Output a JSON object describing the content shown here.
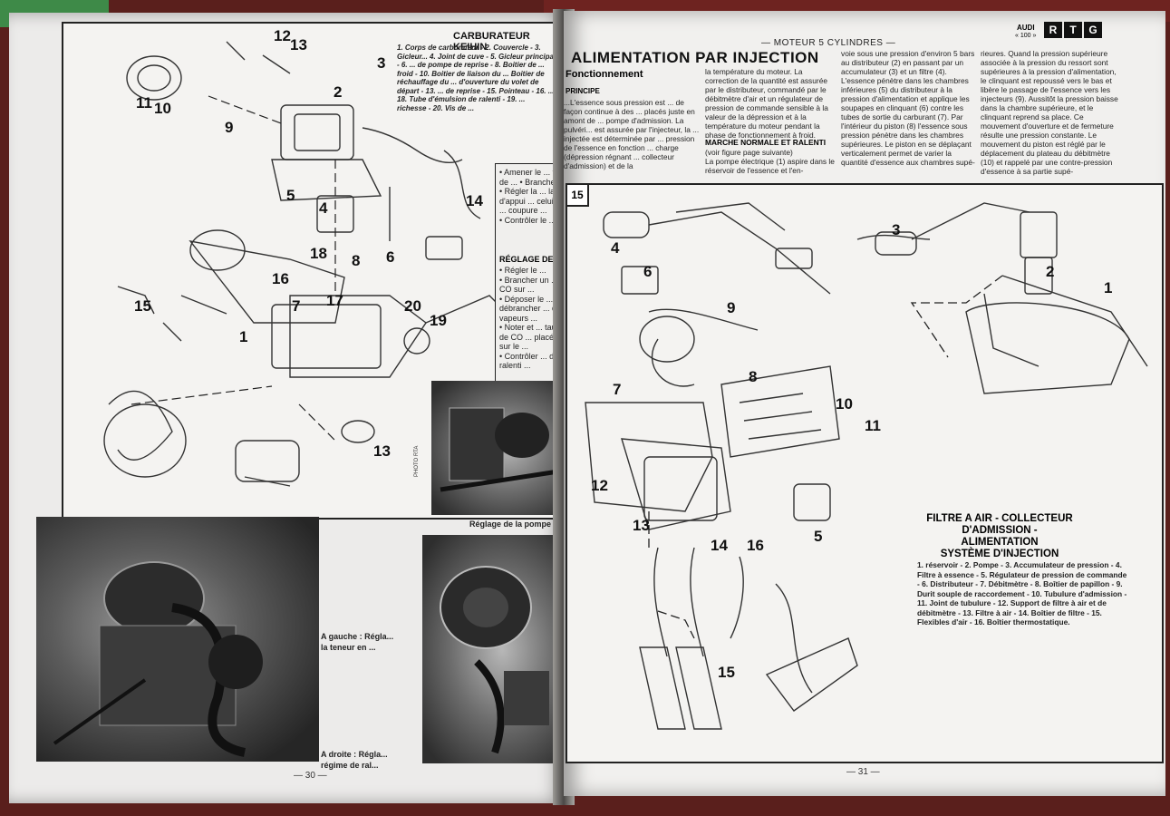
{
  "left_page": {
    "title": "CARBURATEUR KEIHIN",
    "legend": "1. Corps de carburateur - 2. Couvercle - 3. Gicleur... 4. Joint de cuve - 5. Gicleur principal - 6. ... de pompe de reprise - 8. Boitier de ... froid - 10. Boitier de liaison du ... Boitier de réchauffage du ... d'ouverture du volet de départ - 13. ... de reprise - 15. Pointeau - 16. ... 18. Tube d'émulsion de ralenti - 19. ... richesse - 20. Vis de ...",
    "numbers": [
      "12",
      "13",
      "11",
      "10",
      "9",
      "2",
      "3",
      "5",
      "4",
      "14",
      "18",
      "16",
      "15",
      "17",
      "8",
      "6",
      "7",
      "1",
      "20",
      "19",
      "13"
    ],
    "side_text": "• Amener le ... ture de ... • Brancher ... • Régler la ... la vis d'appui ... celui de ... coupure ...\n• Contrôler le ...",
    "side_heading": "RÉGLAGE DE LA ...",
    "side_text2": "• Régler le ...\n• Brancher un ...\n  CO sur ...\n• Déposer le ... et débrancher ... des vapeurs ...\n• Noter et ... taux de CO ... placée sur le ...\n• Contrôler ... du ralenti ...",
    "photo_caption_right": "Réglage de la pompe de re...",
    "caption_a_gauche": "A gauche : Régla...\nla teneur en ...",
    "caption_a_droite": "A droite : Régla...\nrégime de ral...",
    "photo_credit": "PHOTO RTA",
    "page_number": "— 30 —"
  },
  "right_page": {
    "header_center": "— MOTEUR 5 CYLINDRES —",
    "brand_top": "AUDI",
    "brand_sub": "« 100 »",
    "logo_letters": [
      "R",
      "T",
      "G"
    ],
    "title": "ALIMENTATION PAR INJECTION",
    "subtitle": "Fonctionnement",
    "principe_heading": "PRINCIPE",
    "col1": "...L'essence sous pression est ... de façon continue à des ... placés juste en amont de ... pompe d'admission. La pulvéri... est assurée par l'injecteur, la ... injectée est déterminée par ... pression de l'essence en fonction ... charge (dépression régnant ... collecteur d'admission) et de la",
    "col2": "la température du moteur. La correction de la quantité est assurée par le distributeur, commandé par le débitmètre d'air et un régulateur de pression de commande sensible à la valeur de la dépression et à la température du moteur pendant la phase de fonctionnement à froid.",
    "col2_heading": "MARCHE NORMALE ET RALENTI",
    "col2_tail": "(voir figure page suivante)\n   La pompe électrique (1) aspire dans le réservoir de l'essence et l'en-",
    "col3": "voie sous une pression d'environ 5 bars au distributeur (2) en passant par un accumulateur (3) et un filtre (4).\n   L'essence pénètre dans les chambres inférieures (5) du distributeur à la pression d'alimentation et applique les soupapes en clinquant (6) contre les tubes de sortie du carburant (7). Par l'intérieur du piston (8) l'essence sous pression pénètre dans les chambres supérieures. Le piston en se déplaçant verticalement permet de varier la quantité d'essence aux chambres supé-",
    "col4": "rieures. Quand la pression supérieure associée à la pression du ressort sont supérieures à la pression d'alimentation, le clinquant est repoussé vers le bas et libère le passage de l'essence vers les injecteurs (9). Aussitôt la pression baisse dans la chambre supérieure, et le clinquant reprend sa place. Ce mouvement d'ouverture et de fermeture résulte une pression constante. Le mouvement du piston est réglé par le déplacement du plateau du débitmètre (10) et rappelé par une contre-pression d'essence à sa partie supé-",
    "figure_number": "15",
    "diagram_numbers": [
      "4",
      "6",
      "9",
      "3",
      "2",
      "1",
      "7",
      "8",
      "10",
      "11",
      "12",
      "13",
      "5",
      "14",
      "16",
      "15"
    ],
    "figure_title": "FILTRE A AIR - COLLECTEUR\nD'ADMISSION - ALIMENTATION\nSYSTÈME D'INJECTION",
    "figure_legend": "1. réservoir - 2. Pompe - 3. Accumulateur de pression - 4. Filtre à essence - 5. Régulateur de pression de commande - 6. Distributeur - 7. Débitmètre - 8. Boîtier de papillon - 9. Durit souple de raccordement - 10. Tubulure d'admission - 11. Joint de tubulure - 12. Support de filtre à air et de débitmètre - 13. Filtre à air - 14. Boîtier de filtre - 15. Flexibles d'air - 16. Boîtier thermostatique.",
    "page_number": "— 31 —"
  }
}
